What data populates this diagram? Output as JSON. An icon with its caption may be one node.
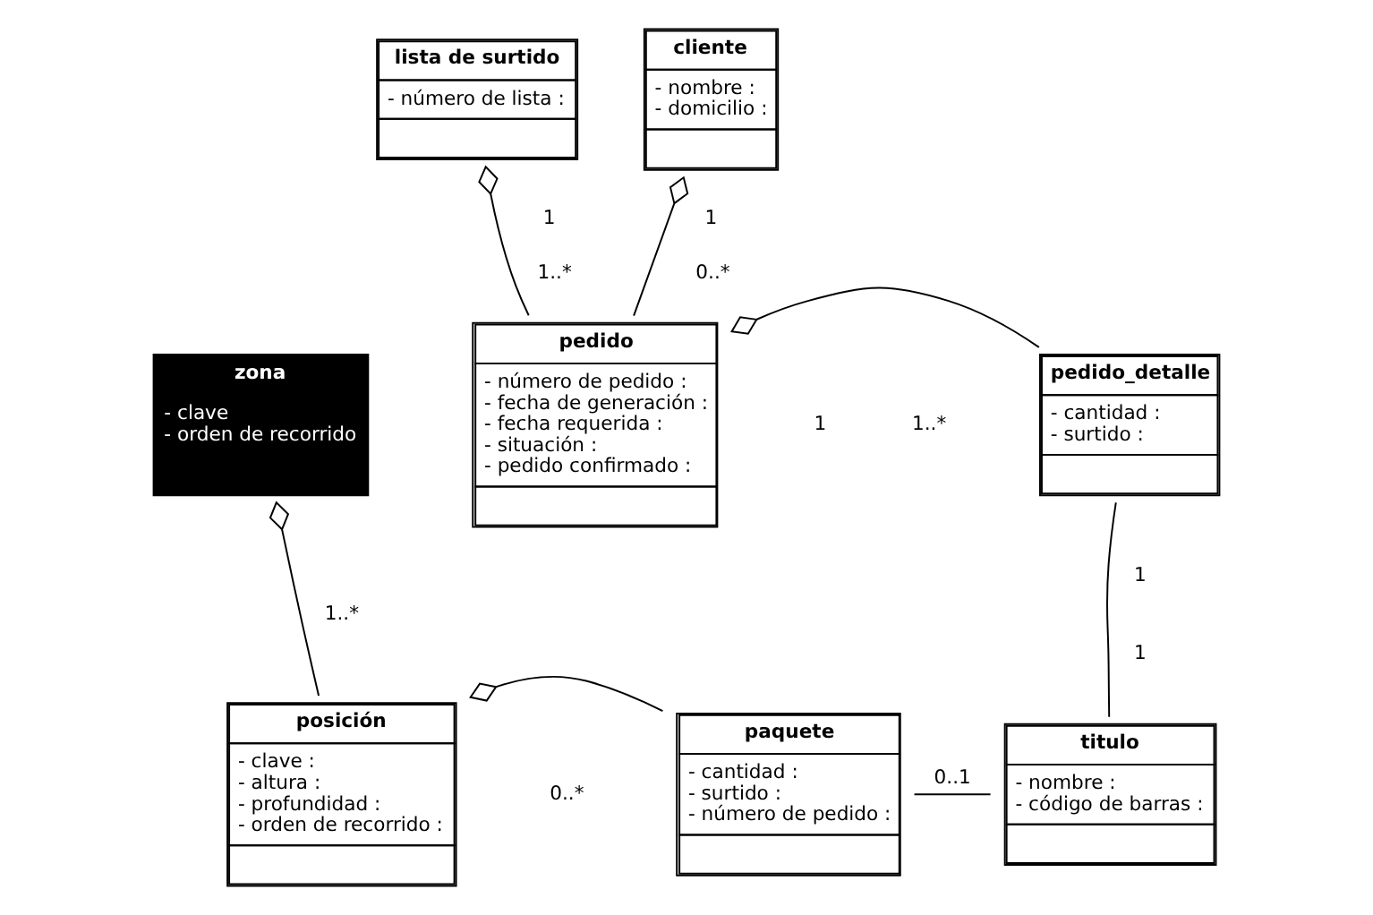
{
  "diagram": {
    "nodes": [
      {
        "text": [
          "lista de surtido",
          "- número de lista :"
        ]
      },
      {
        "text": [
          "cliente",
          "- nombre :",
          "- domicilio :"
        ]
      },
      {
        "text": [
          "zona",
          "- clave",
          "- orden de recorrido"
        ]
      },
      {
        "text": [
          "pedido",
          "- número de pedido :",
          "- fecha de generación :",
          "- fecha requerida :",
          "- situación :",
          "- pedido confirmado :"
        ]
      },
      {
        "text": [
          "pedido_detalle",
          "- cantidad :",
          "- surtido :"
        ]
      },
      {
        "text": [
          "posición",
          "- clave :",
          "- altura :",
          "- profundidad :",
          "- orden de recorrido :"
        ]
      },
      {
        "text": [
          "paquete",
          "- cantidad :",
          "- surtido :",
          "- número de pedido :"
        ]
      },
      {
        "text": [
          "titulo",
          "- nombre :",
          "- código de barras :"
        ]
      }
    ],
    "edges": [
      {
        "from": 0,
        "to": 3,
        "arrow": "other"
      },
      {
        "from": 1,
        "to": 3,
        "arrow": "other"
      },
      {
        "from": 3,
        "to": 4,
        "arrow": "other"
      },
      {
        "from": 2,
        "to": 5,
        "arrow": "other"
      },
      {
        "from": 4,
        "to": 7,
        "arrow": "none"
      },
      {
        "from": 5,
        "to": 6,
        "arrow": "other"
      },
      {
        "from": 6,
        "to": 7,
        "arrow": "none",
        "label": "0..1"
      }
    ],
    "labels": [
      "1",
      "1",
      "1..*",
      "0..*",
      "1",
      "1..*",
      "1..*",
      "1",
      "1",
      "0..*"
    ]
  }
}
